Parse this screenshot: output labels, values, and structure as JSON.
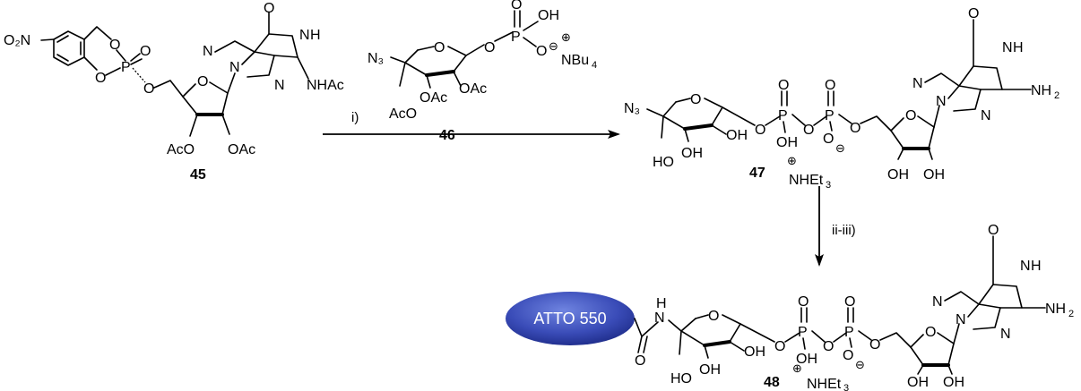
{
  "compounds": {
    "c45": {
      "label": "45",
      "atoms": {
        "nitro": "O₂N",
        "ring_o1": "O",
        "ring_o2": "O",
        "p": "P",
        "p_o": "O",
        "ester_o": "O",
        "carbonyl_o": "O",
        "n_ring1": "N",
        "n_ring2": "N",
        "n_ring3": "N",
        "nh": "H",
        "nh_n": "N",
        "nhac": "NHAc",
        "sugar_o": "O",
        "oac_left": "AcO",
        "oac_right": "OAc"
      }
    },
    "c46": {
      "label": "46",
      "atoms": {
        "azide": "N₃",
        "ring_o": "O",
        "oac_2": "OAc",
        "oac_3": "OAc",
        "oac_4": "AcO",
        "p": "P",
        "p_o_top": "O",
        "p_oh": "OH",
        "p_o_minus": "O",
        "p_o_link": "O",
        "counterion": "NBu",
        "counterion_sub": "4"
      }
    },
    "c47": {
      "label": "47",
      "atoms": {
        "azide": "N₃",
        "ring_o": "O",
        "oh_2": "OH",
        "oh_3": "OH",
        "oh_4": "HO",
        "o_link": "O",
        "p1": "P",
        "p1_o": "O",
        "p1_oh": "OH",
        "bridge_o": "O",
        "p2": "P",
        "p2_o": "O",
        "p2_o_minus": "O",
        "ester_o": "O",
        "sugar_o": "O",
        "oh_left": "OH",
        "oh_right": "OH",
        "n_ring1": "N",
        "n_ring2": "N",
        "n_ring3": "N",
        "nh_n": "N",
        "nh": "H",
        "carbonyl_o": "O",
        "nh2": "NH",
        "nh2_sub": "2",
        "counterion": "NHEt",
        "counterion_sub": "3"
      }
    },
    "c48": {
      "label": "48",
      "dye_label": "ATTO 550",
      "atoms": {
        "amide_n": "N",
        "amide_h": "H",
        "amide_o": "O",
        "ring_o": "O",
        "oh_2": "OH",
        "oh_3": "OH",
        "oh_4": "HO",
        "o_link": "O",
        "p1": "P",
        "p1_o": "O",
        "p1_oh": "OH",
        "bridge_o": "O",
        "p2": "P",
        "p2_o": "O",
        "p2_o_minus": "O",
        "ester_o": "O",
        "sugar_o": "O",
        "oh_left": "OH",
        "oh_right": "OH",
        "n_ring1": "N",
        "n_ring2": "N",
        "n_ring3": "N",
        "nh_n": "N",
        "nh": "H",
        "carbonyl_o": "O",
        "nh2": "NH",
        "nh2_sub": "2",
        "counterion": "NHEt",
        "counterion_sub": "3"
      }
    }
  },
  "reactions": {
    "step1": "i)",
    "step2": "ii-iii)"
  },
  "colors": {
    "dye_fill_center": "#5a6fd0",
    "dye_fill_edge": "#1f2f8f",
    "dye_text": "#ffffff"
  }
}
